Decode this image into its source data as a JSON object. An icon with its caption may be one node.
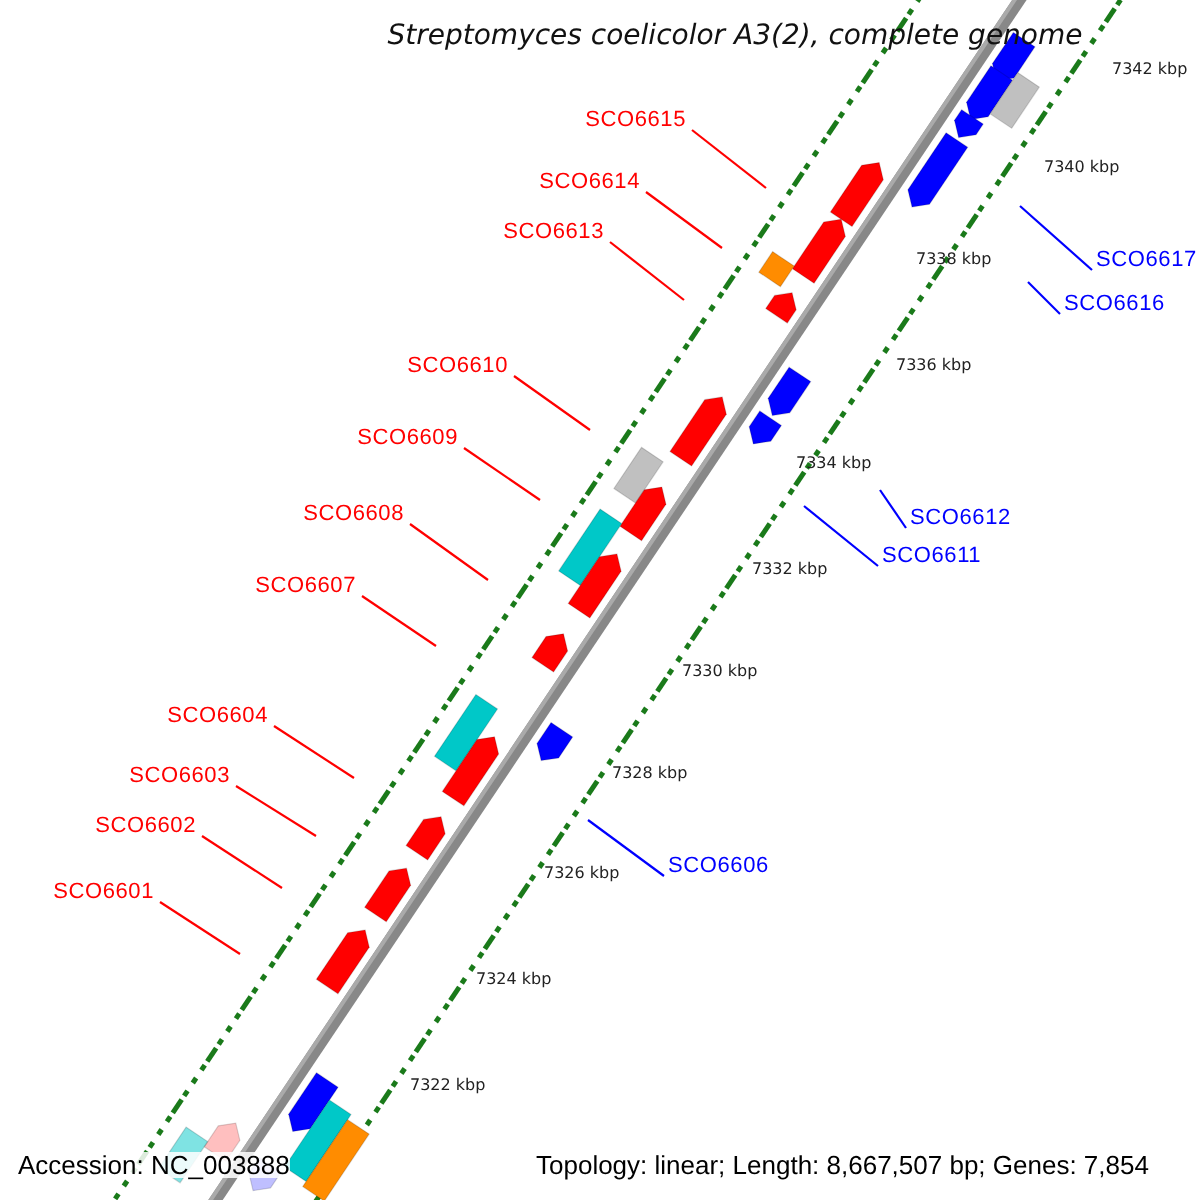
{
  "diagram": {
    "title": "Streptomyces coelicolor A3(2), complete genome",
    "nodes": [
      {
        "text": [
          "SCO6615"
        ]
      },
      {
        "text": [
          "SCO6614"
        ]
      },
      {
        "text": [
          "SCO6613"
        ]
      },
      {
        "text": [
          "SCO6617"
        ]
      },
      {
        "text": [
          "SCO6616"
        ]
      },
      {
        "text": [
          "SCO6610"
        ]
      },
      {
        "text": [
          "SCO6609"
        ]
      },
      {
        "text": [
          "SCO6608"
        ]
      },
      {
        "text": [
          "SCO6612"
        ]
      },
      {
        "text": [
          "SCO6611"
        ]
      },
      {
        "text": [
          "SCO6607"
        ]
      },
      {
        "text": [
          "SCO6604"
        ]
      },
      {
        "text": [
          "SCO6603"
        ]
      },
      {
        "text": [
          "SCO6602"
        ]
      },
      {
        "text": [
          "SCO6606"
        ]
      },
      {
        "text": [
          "SCO6601"
        ]
      }
    ],
    "edges": [
      {
        "from": 0,
        "to": null,
        "arrow": "none"
      },
      {
        "from": 1,
        "to": null,
        "arrow": "none"
      },
      {
        "from": 2,
        "to": null,
        "arrow": "none"
      },
      {
        "from": 3,
        "to": null,
        "arrow": "none",
        "color": "#0000ff"
      },
      {
        "from": 4,
        "to": null,
        "arrow": "none",
        "color": "#0000ff"
      },
      {
        "from": 5,
        "to": null,
        "arrow": "none"
      },
      {
        "from": 6,
        "to": null,
        "arrow": "none"
      },
      {
        "from": 7,
        "to": null,
        "arrow": "none"
      },
      {
        "from": 8,
        "to": null,
        "arrow": "none",
        "color": "#0000ff"
      },
      {
        "from": 9,
        "to": null,
        "arrow": "none",
        "color": "#0000ff"
      },
      {
        "from": 10,
        "to": null,
        "arrow": "none"
      },
      {
        "from": 11,
        "to": null,
        "arrow": "none"
      },
      {
        "from": 12,
        "to": null,
        "arrow": "none"
      },
      {
        "from": 13,
        "to": null,
        "arrow": "none"
      },
      {
        "from": 14,
        "to": null,
        "arrow": "none",
        "color": "#0000ff"
      },
      {
        "from": 15,
        "to": null,
        "arrow": "none"
      }
    ],
    "labels": [
      "7342 kbp",
      "7340 kbp",
      "7338 kbp",
      "7336 kbp",
      "7334 kbp",
      "7332 kbp",
      "7330 kbp",
      "7328 kbp",
      "7326 kbp",
      "7324 kbp",
      "7322 kbp",
      "Accession: NC_003888",
      "Topology: linear; Length: 8,667,507 bp; Genes: 7,854"
    ]
  }
}
